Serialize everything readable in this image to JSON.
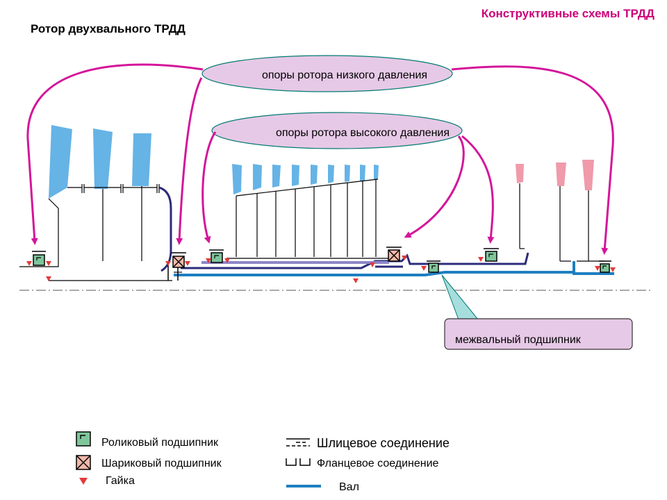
{
  "header": {
    "title_right": "Конструктивные схемы ТРДД",
    "title_left": "Ротор двухвального ТРДД"
  },
  "callouts": {
    "lp_supports": "опоры ротора низкого давления",
    "hp_supports": "опоры ротора высокого давления",
    "inter_shaft_bearing": "межвальный подшипник"
  },
  "legend": {
    "roller_bearing": "Роликовый подшипник",
    "ball_bearing": "Шариковый подшипник",
    "nut": "Гайка",
    "spline_joint": "Шлицевое соединение",
    "flange_joint": "Фланцевое соединение",
    "shaft": "Вал"
  },
  "colors": {
    "accent": "#cc0077",
    "arrow": "#d4159a",
    "callout_fill": "#e6c9e6",
    "compressor_blade": "#66b3e6",
    "turbine_blade": "#f09aaa",
    "shaft": "#1e7fc0",
    "hp_shaft": "#2b2b7a",
    "bearing_fill": "#7fc59a",
    "nut": "#e33a3a"
  }
}
